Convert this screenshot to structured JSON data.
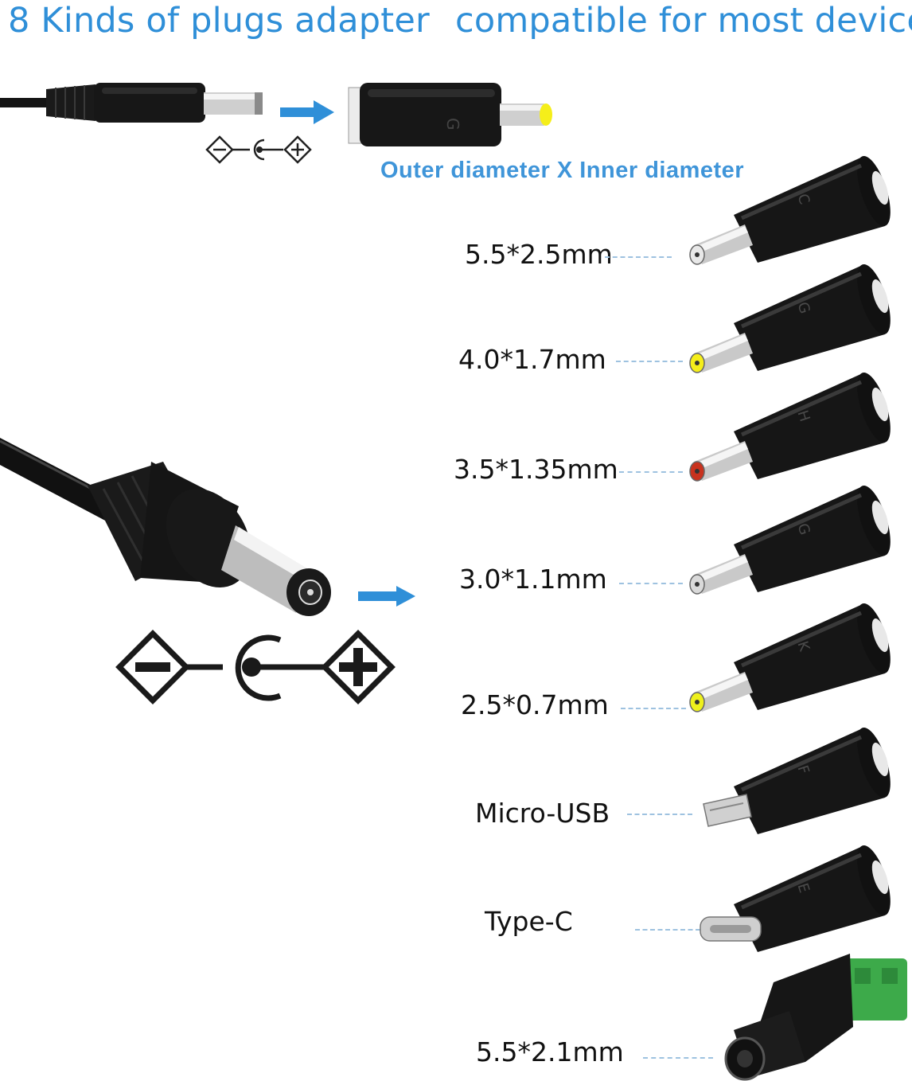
{
  "header": {
    "left_title": "8 Kinds of plugs adapter",
    "right_title": "compatible for most devices"
  },
  "subheading": "Outer diameter X Inner diameter",
  "adapters": [
    {
      "label": "5.5*2.5mm",
      "letter": "C",
      "tip_color": "#e8e8e8"
    },
    {
      "label": "4.0*1.7mm",
      "letter": "G",
      "tip_color": "#f5ee1a"
    },
    {
      "label": "3.5*1.35mm",
      "letter": "H",
      "tip_color": "#c8321e"
    },
    {
      "label": "3.0*1.1mm",
      "letter": "G",
      "tip_color": "#d9d9d9"
    },
    {
      "label": "2.5*0.7mm",
      "letter": "K",
      "tip_color": "#eef01c"
    },
    {
      "label": "Micro-USB",
      "letter": "F",
      "tip_color": "#d8d8d8"
    },
    {
      "label": "Type-C",
      "letter": "E",
      "tip_color": "#d8d8d8"
    },
    {
      "label": "5.5*2.1mm",
      "letter": "",
      "tip_color": "#3daa4a"
    }
  ],
  "colors": {
    "title_blue": "#2f8fd8",
    "arrow_blue": "#2f8fd8",
    "plug_black": "#141414"
  },
  "icons": [
    "polarity-icon",
    "arrow-right-icon",
    "dc-plug-icon",
    "adapter-tip-icon"
  ]
}
